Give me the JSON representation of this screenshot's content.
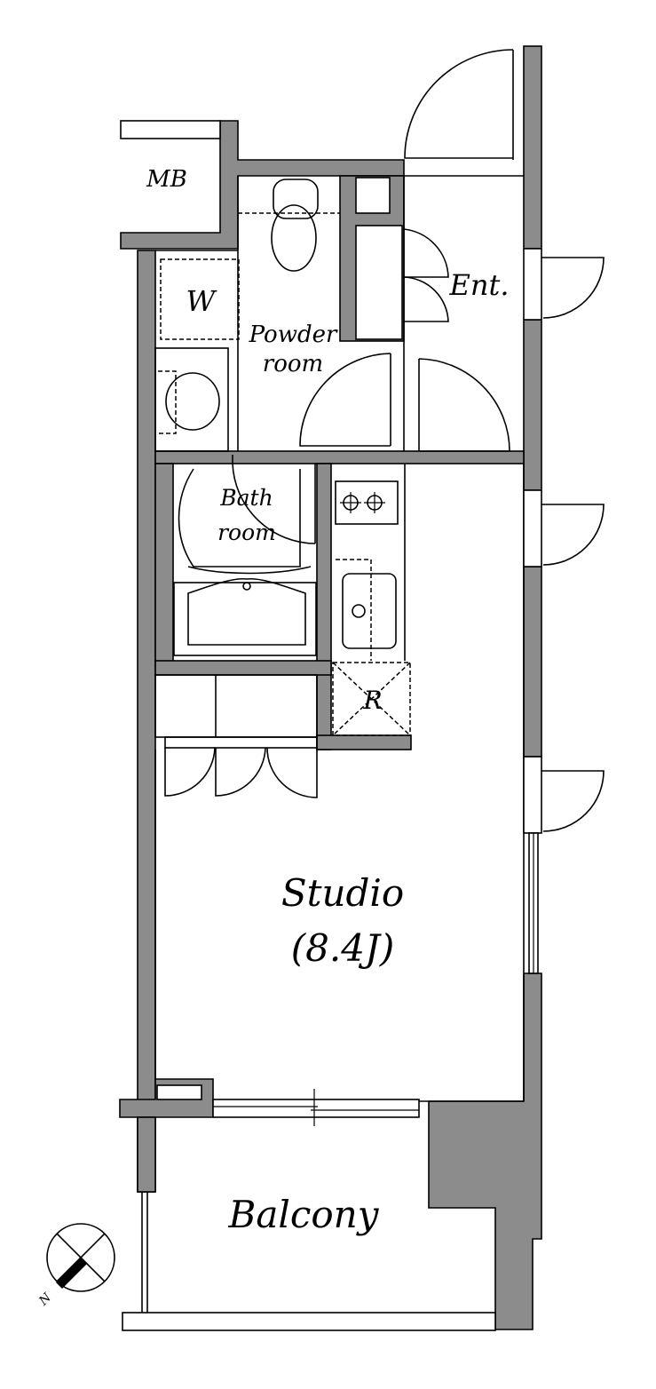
{
  "labels": {
    "mb": "MB",
    "washer": "W",
    "powder_room_l1": "Powder",
    "powder_room_l2": "room",
    "entrance": "Ent.",
    "bath_room_l1": "Bath",
    "bath_room_l2": "room",
    "refrigerator": "R",
    "studio": "Studio",
    "studio_size": "(8.4J)",
    "balcony": "Balcony",
    "north": "N"
  },
  "colors": {
    "wall": "#8c8c8c",
    "line": "#000000",
    "background": "#ffffff"
  },
  "icons": {
    "compass": "north-compass-icon"
  }
}
